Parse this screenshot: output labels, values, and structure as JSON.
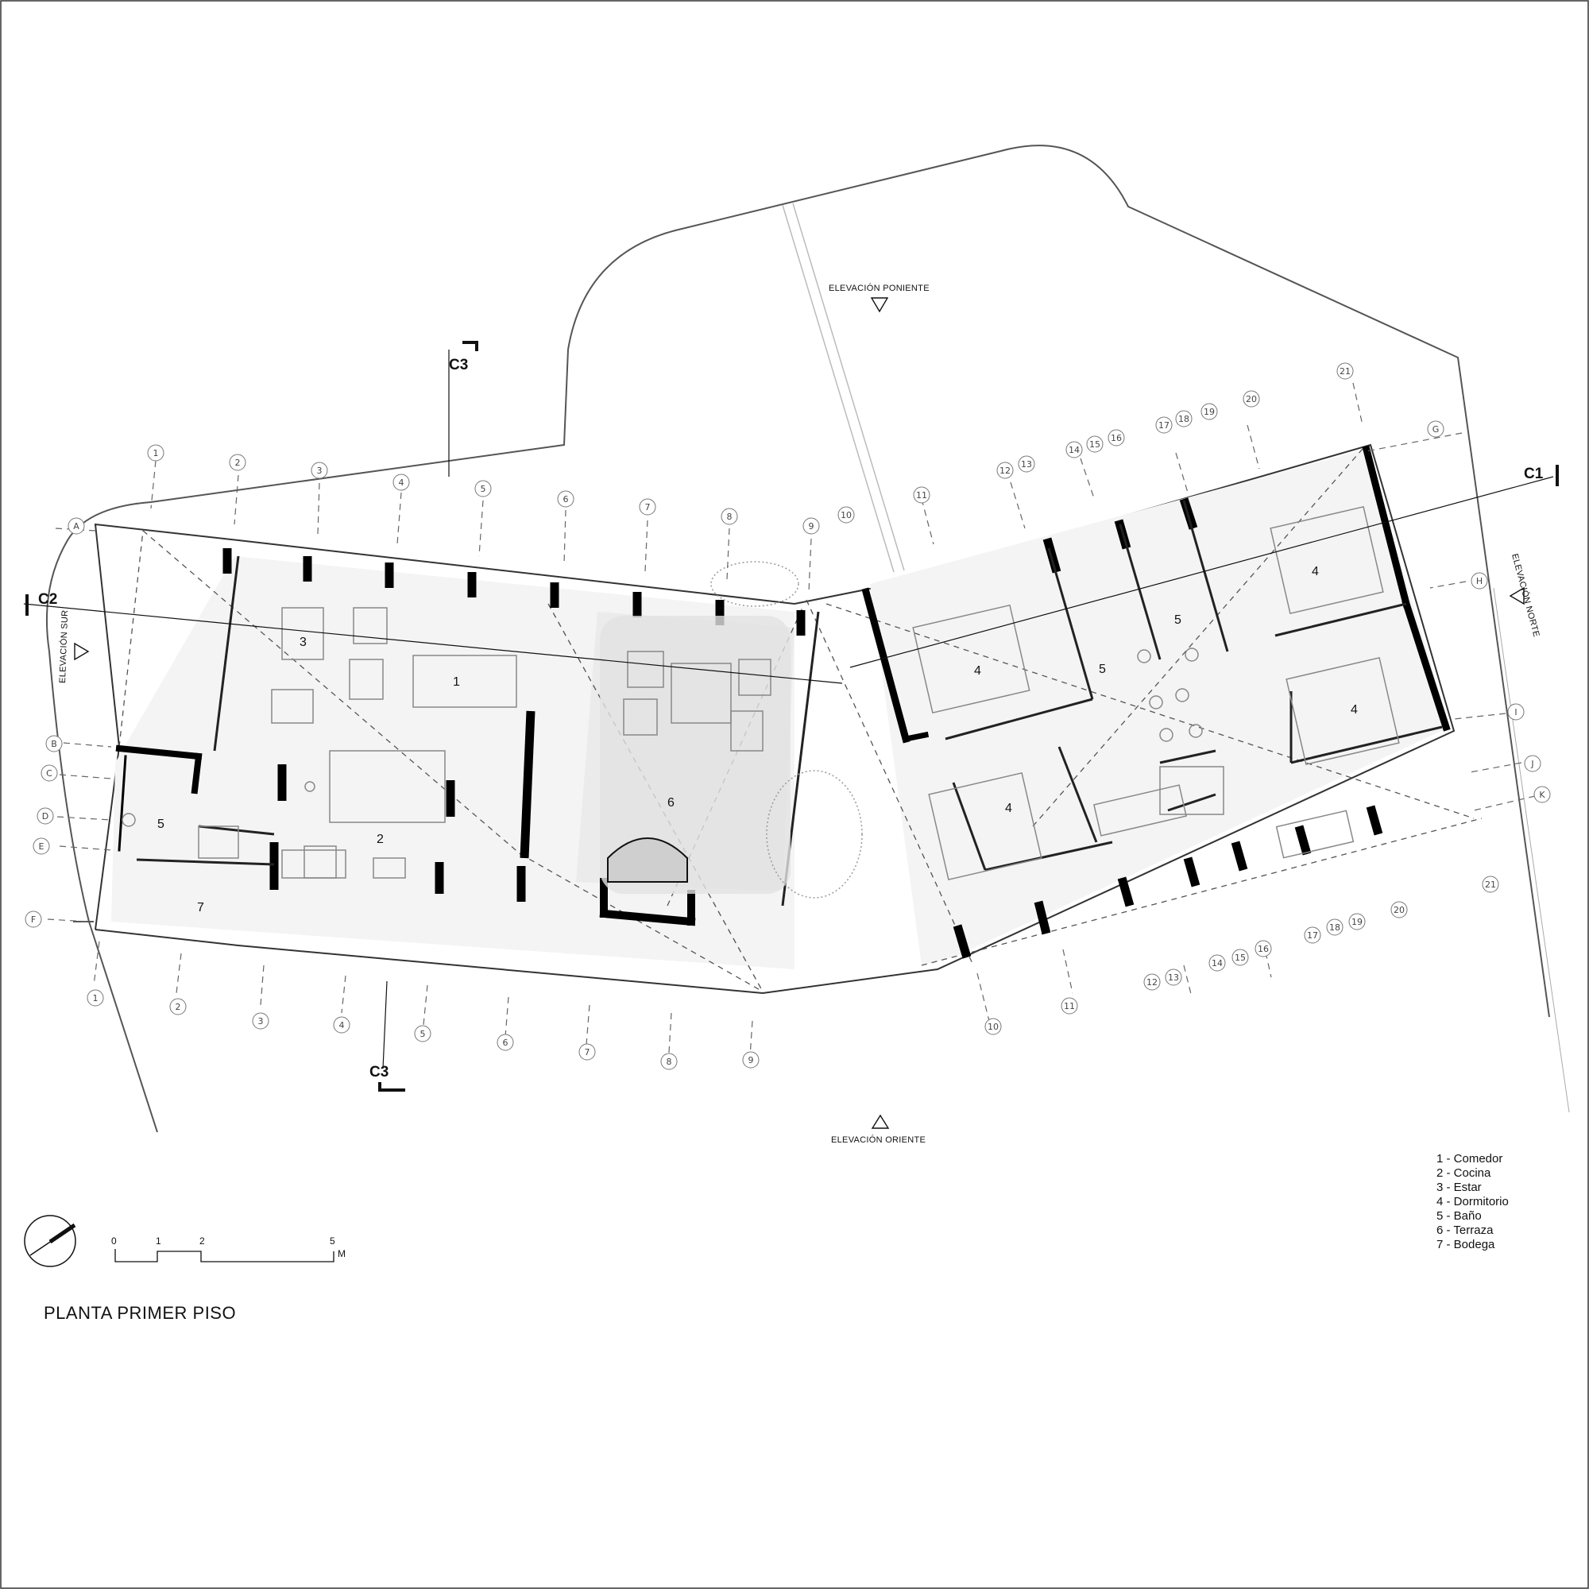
{
  "title": "PLANTA PRIMER PISO",
  "legend": [
    "1 - Comedor",
    "2 - Cocina",
    "3 - Estar",
    "4 - Dormitorio",
    "5 - Baño",
    "6 - Terraza",
    "7 - Bodega"
  ],
  "elevations": {
    "poniente": "ELEVACIÓN PONIENTE",
    "oriente": "ELEVACIÓN ORIENTE",
    "sur": "ELEVACIÓN SUR",
    "norte": "ELEVACIÓN NORTE"
  },
  "cuts": {
    "c1": "C1",
    "c2": "C2",
    "c3": "C3"
  },
  "scale": {
    "labels": [
      "0",
      "1",
      "2",
      "5"
    ],
    "unit": "M"
  },
  "rooms": {
    "comedor": "1",
    "cocina": "2",
    "estar": "3",
    "dorm_a": "4",
    "dorm_b": "4",
    "dorm_c": "4",
    "dorm_d": "4",
    "bano_a": "5",
    "bano_b": "5",
    "bano_c": "5",
    "terraza": "6",
    "bodega": "7"
  },
  "grid_top": [
    "1",
    "2",
    "3",
    "4",
    "5",
    "6",
    "7",
    "8",
    "9",
    "10",
    "11",
    "12",
    "13",
    "14",
    "15",
    "16",
    "17",
    "18",
    "19",
    "20",
    "21"
  ],
  "grid_bottom": [
    "1",
    "2",
    "3",
    "4",
    "5",
    "6",
    "7",
    "8",
    "9",
    "10",
    "11",
    "12",
    "13",
    "14",
    "15",
    "16",
    "17",
    "18",
    "19",
    "20",
    "21"
  ],
  "grid_left": [
    "A",
    "B",
    "C",
    "D",
    "E",
    "F"
  ],
  "grid_right": [
    "G",
    "H",
    "I",
    "J",
    "K"
  ]
}
